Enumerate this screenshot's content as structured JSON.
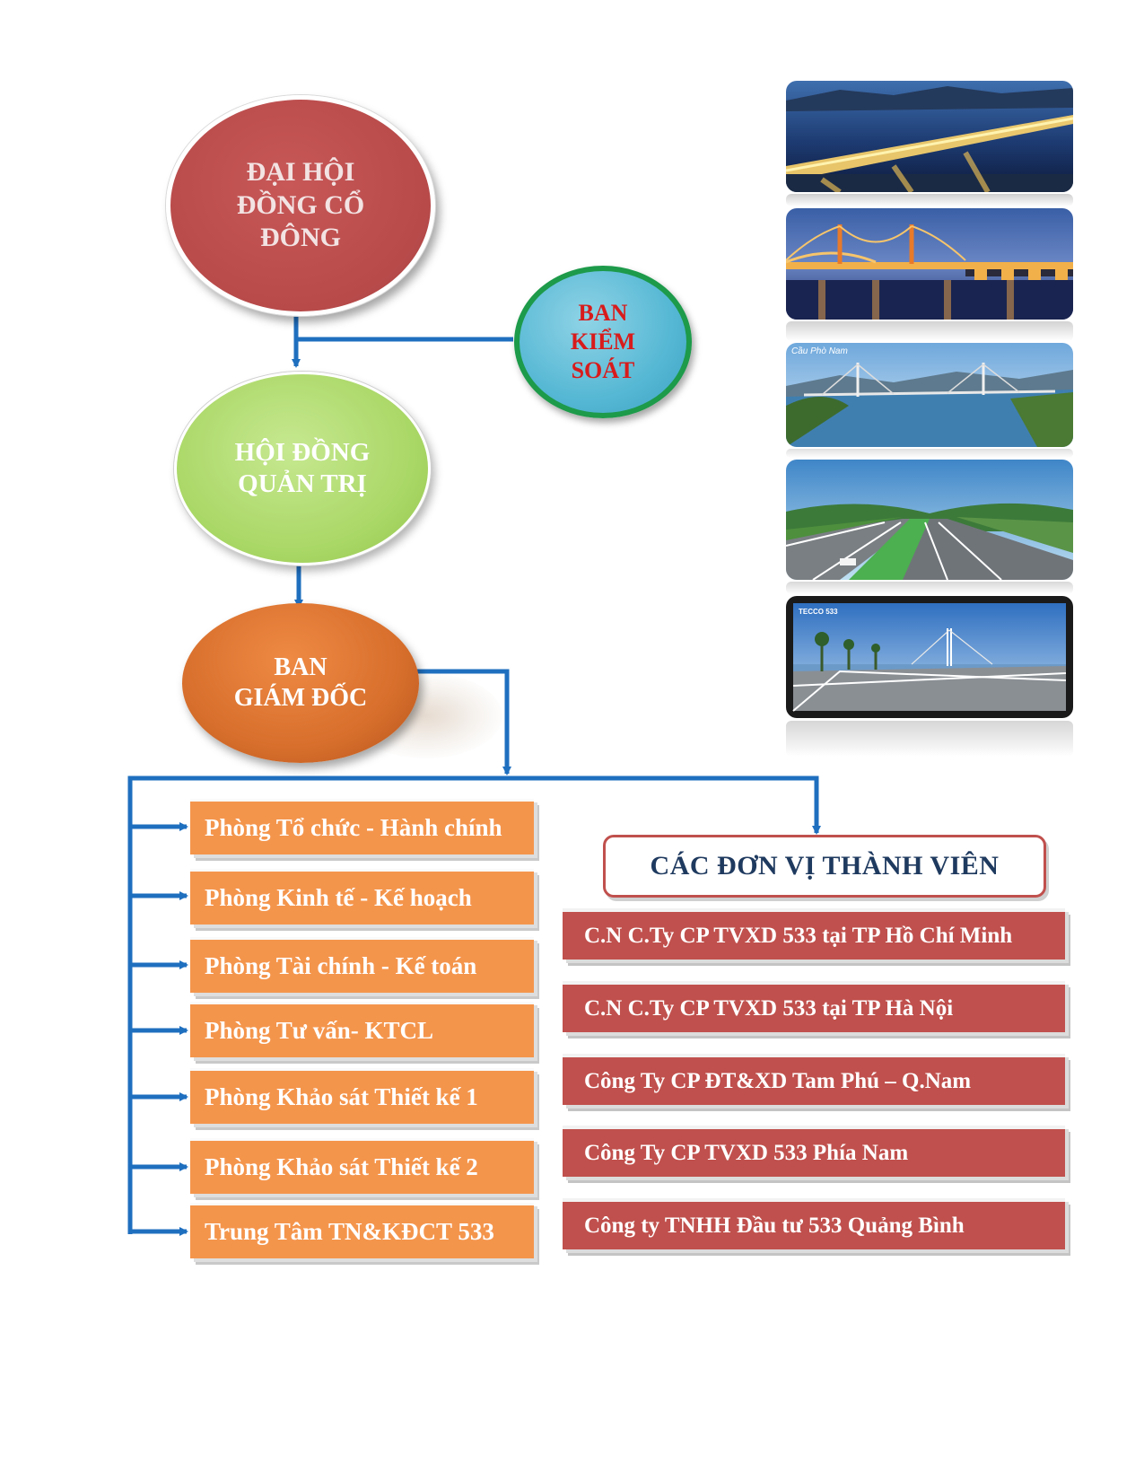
{
  "org": {
    "general_meeting": "ĐẠI HỘI\nĐỒNG CỔ\nĐÔNG",
    "supervisory_board": "BAN\nKIỂM\nSOÁT",
    "board_of_directors": "HỘI ĐỒNG\nQUẢN TRỊ",
    "management": "BAN\nGIÁM ĐỐC"
  },
  "departments": [
    "Phòng Tổ chức - Hành chính",
    "Phòng Kinh tế - Kế hoạch",
    "Phòng Tài chính - Kế toán",
    "Phòng Tư vấn- KTCL",
    "Phòng Khảo sát Thiết kế 1",
    "Phòng Khảo sát Thiết kế 2",
    "Trung Tâm TN&KĐCT 533"
  ],
  "members": {
    "title": "CÁC ĐƠN VỊ THÀNH VIÊN",
    "units": [
      "C.N C.Ty CP TVXD 533 tại TP Hồ Chí Minh",
      "C.N C.Ty CP TVXD 533 tại TP Hà Nội",
      "Công Ty CP ĐT&XD Tam Phú – Q.Nam",
      "Công Ty CP TVXD 533 Phía Nam",
      "Công ty TNHH Đầu tư 533 Quảng Bình"
    ]
  },
  "photos": {
    "caption_3": "Cầu Phò Nam",
    "caption_5": "TECCO 533"
  },
  "colors": {
    "connector": "#1f6fbf",
    "general_meeting": "#b84a4a",
    "supervisory_board": "#56b8d4",
    "board": "#a9d765",
    "management": "#d86f2c",
    "department": "#f4954c",
    "member_unit": "#c0504d",
    "title_text": "#1f3a5f"
  }
}
